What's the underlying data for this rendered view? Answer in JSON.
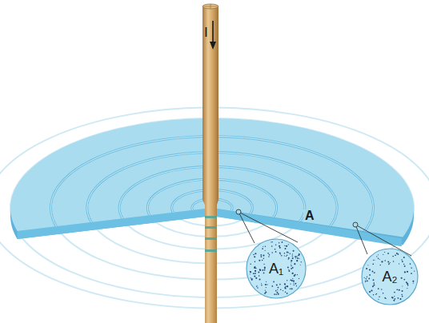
{
  "diagram": {
    "nodes": [
      {
        "text": [
          "A₁"
        ]
      },
      {
        "text": [
          "A₂"
        ]
      }
    ],
    "labels": [
      "I",
      "A"
    ]
  }
}
